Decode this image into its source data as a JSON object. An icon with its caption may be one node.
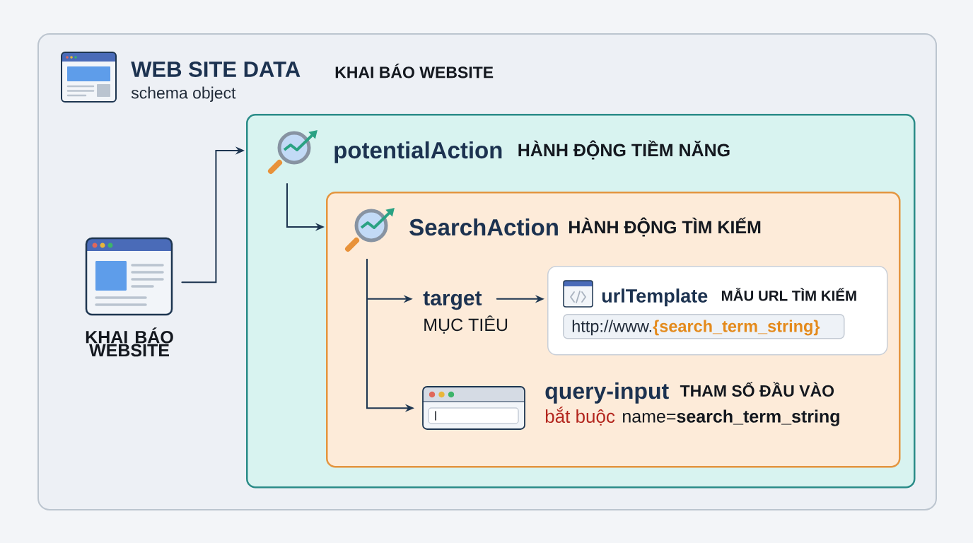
{
  "diagram": {
    "nodes": [
      {
        "text": [
          "WEB SITE DATA",
          "schema object",
          "KHAI BÁO WEBSITE"
        ]
      },
      {
        "text": [],
        "shape": "picture",
        "beside": [
          "KHAI BÁO WEBSITE"
        ],
        "in": 0
      },
      {
        "text": [
          "potentialAction",
          "HÀNH ĐỘNG TIỀM NĂNG"
        ],
        "in": 0
      },
      {
        "text": [
          "SearchAction",
          "HÀNH ĐỘNG TÌM KIẾM"
        ],
        "in": 2
      },
      {
        "text": [
          "target",
          "MỤC TIÊU"
        ],
        "in": 3
      },
      {
        "text": [
          "urlTemplate",
          "MẪU URL TÌM KIẾM"
        ],
        "in": 3
      },
      {
        "text": [
          "http://www.",
          "{search_term_string}"
        ],
        "in": 5
      },
      {
        "text": [],
        "shape": "picture",
        "beside": [
          "query-input",
          "THAM SỐ ĐẦU VÀO",
          "bắt buộc",
          "name=**search_term_string**"
        ],
        "in": 3
      }
    ],
    "edges": [
      {
        "from": 1,
        "to": 2,
        "arrow": "to"
      },
      {
        "from": 2,
        "to": 3,
        "arrow": "to"
      },
      {
        "from": 3,
        "to": 4,
        "arrow": "to"
      },
      {
        "from": 3,
        "to": 7,
        "arrow": "to"
      },
      {
        "from": 4,
        "to": 5,
        "arrow": "to"
      }
    ]
  }
}
